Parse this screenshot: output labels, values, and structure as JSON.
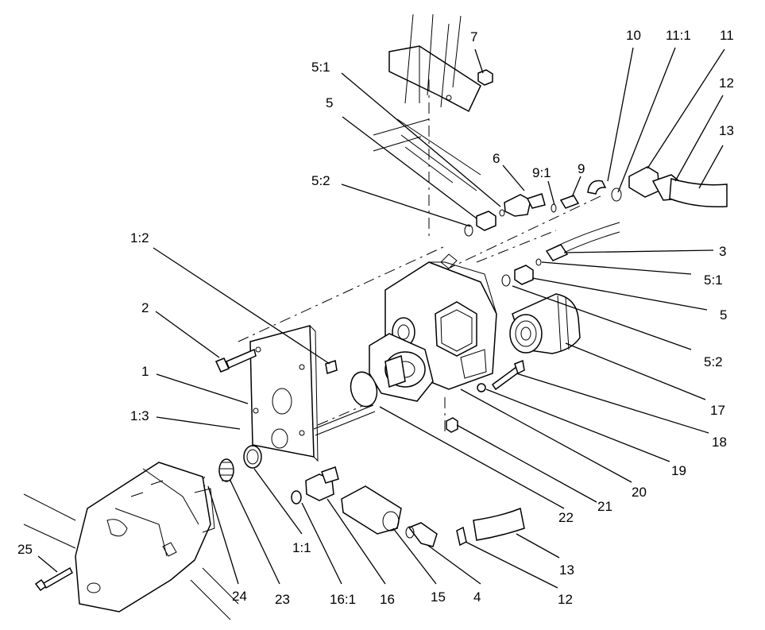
{
  "callouts": [
    {
      "id": "7",
      "text": "7"
    },
    {
      "id": "10",
      "text": "10"
    },
    {
      "id": "11-1",
      "text": "11:1"
    },
    {
      "id": "11",
      "text": "11"
    },
    {
      "id": "12-top",
      "text": "12"
    },
    {
      "id": "13-top",
      "text": "13"
    },
    {
      "id": "5-1-top",
      "text": "5:1"
    },
    {
      "id": "5-top",
      "text": "5"
    },
    {
      "id": "6",
      "text": "6"
    },
    {
      "id": "9-1",
      "text": "9:1"
    },
    {
      "id": "9",
      "text": "9"
    },
    {
      "id": "5-2-top",
      "text": "5:2"
    },
    {
      "id": "3",
      "text": "3"
    },
    {
      "id": "5-1-right",
      "text": "5:1"
    },
    {
      "id": "5-right",
      "text": "5"
    },
    {
      "id": "5-2-right",
      "text": "5:2"
    },
    {
      "id": "17",
      "text": "17"
    },
    {
      "id": "18",
      "text": "18"
    },
    {
      "id": "19",
      "text": "19"
    },
    {
      "id": "20",
      "text": "20"
    },
    {
      "id": "21",
      "text": "21"
    },
    {
      "id": "22",
      "text": "22"
    },
    {
      "id": "1-2",
      "text": "1:2"
    },
    {
      "id": "2",
      "text": "2"
    },
    {
      "id": "1",
      "text": "1"
    },
    {
      "id": "1-3",
      "text": "1:3"
    },
    {
      "id": "25",
      "text": "25"
    },
    {
      "id": "24",
      "text": "24"
    },
    {
      "id": "23",
      "text": "23"
    },
    {
      "id": "1-1",
      "text": "1:1"
    },
    {
      "id": "16-1",
      "text": "16:1"
    },
    {
      "id": "16",
      "text": "16"
    },
    {
      "id": "15",
      "text": "15"
    },
    {
      "id": "4",
      "text": "4"
    },
    {
      "id": "12-bottom",
      "text": "12"
    },
    {
      "id": "13-bottom",
      "text": "13"
    }
  ]
}
